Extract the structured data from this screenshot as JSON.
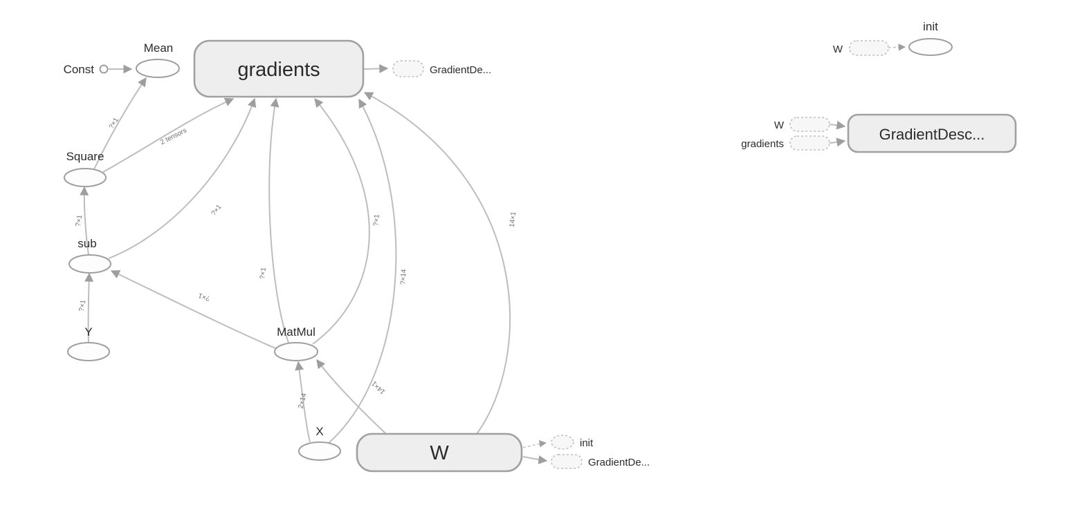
{
  "colors": {
    "background": "#ffffff",
    "node_fill": "#eeeeee",
    "node_stroke": "#a0a0a0",
    "edge": "#bdbdbd",
    "label_text": "#2b2b2b"
  },
  "main_graph": {
    "nodes": {
      "const": "Const",
      "mean": "Mean",
      "gradients": "gradients",
      "square": "Square",
      "sub": "sub",
      "y": "Y",
      "matmul": "MatMul",
      "x": "X",
      "w": "W"
    },
    "stubs": {
      "gradients_out": "GradientDe...",
      "w_init": "init",
      "w_out": "GradientDe..."
    },
    "edge_labels": {
      "square_to_mean": "?×1",
      "square_to_gradients": "2 tensors",
      "sub_to_square": "?×1",
      "sub_to_gradients": "?×1",
      "y_to_sub": "?×1",
      "matmul_to_sub": "?×1",
      "matmul_to_gradients_1": "?×1",
      "matmul_to_gradients_2": "?×1",
      "x_to_matmul": "2×14",
      "w_to_matmul": "14×1",
      "x_to_gradients": "?×14",
      "w_to_gradients": "14×1"
    }
  },
  "aux_graph": {
    "init": {
      "title": "init",
      "input": "W"
    },
    "gradient_descent": {
      "title": "GradientDesc...",
      "inputs": [
        "W",
        "gradients"
      ]
    }
  }
}
